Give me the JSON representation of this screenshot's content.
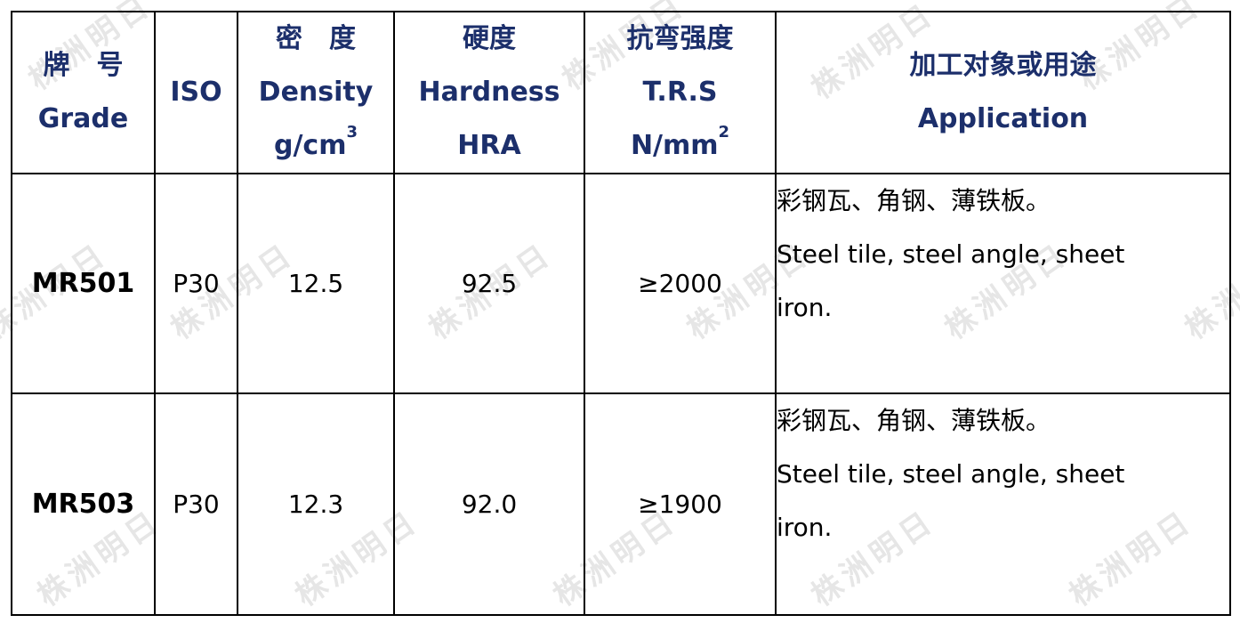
{
  "watermark": {
    "text": "株洲明日"
  },
  "header": {
    "grade": {
      "line1": "牌　号",
      "line2": "Grade"
    },
    "iso": {
      "line1": "ISO"
    },
    "density": {
      "line1": "密　度",
      "line2": "Density",
      "line3": "g/cm",
      "sup": "3"
    },
    "hardness": {
      "line1": "硬度",
      "line2": "Hardness",
      "line3": "HRA"
    },
    "trs": {
      "line1": "抗弯强度",
      "line2": "T.R.S",
      "line3": "N/mm",
      "sup": "2"
    },
    "application": {
      "line1": "加工对象或用途",
      "line2": "Application"
    }
  },
  "rows": [
    {
      "grade": "MR501",
      "iso": "P30",
      "density": "12.5",
      "hardness": "92.5",
      "trs": "≥2000",
      "application_cn": "彩钢瓦、角钢、薄铁板。",
      "application_en1": "Steel tile, steel angle, sheet",
      "application_en2": "iron."
    },
    {
      "grade": "MR503",
      "iso": "P30",
      "density": "12.3",
      "hardness": "92.0",
      "trs": "≥1900",
      "application_cn": "彩钢瓦、角钢、薄铁板。",
      "application_en1": "Steel tile, steel angle, sheet",
      "application_en2": "iron."
    }
  ]
}
